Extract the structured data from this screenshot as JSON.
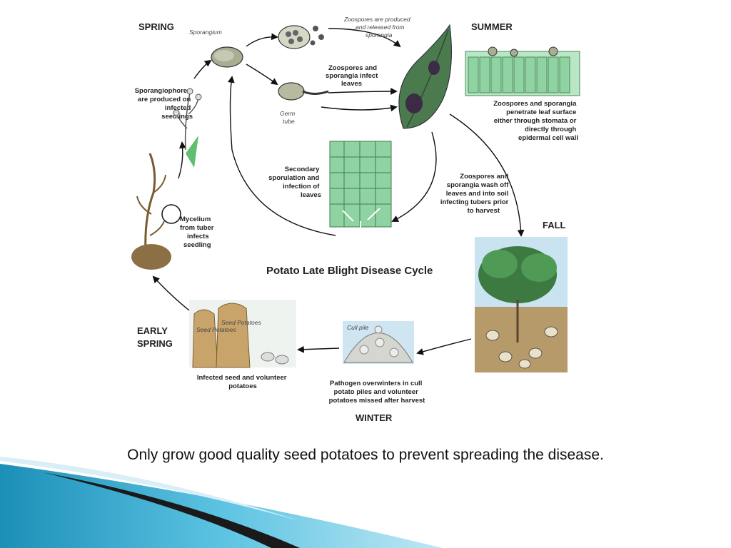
{
  "diagram": {
    "title": "Potato Late Blight Disease Cycle",
    "seasons": {
      "spring": "SPRING",
      "summer": "SUMMER",
      "fall": "FALL",
      "winter": "WINTER",
      "early_spring": [
        "EARLY",
        "SPRING"
      ]
    },
    "labels": {
      "sporangium": "Sporangium",
      "zoospores_released": [
        "Zoospores are produced",
        "and released from",
        "sporangia"
      ],
      "zoospores_infect": [
        "Zoospores and",
        "sporangia infect",
        "leaves"
      ],
      "germ_tube": [
        "Germ",
        "tube"
      ],
      "sporangiophores": [
        "Sporangiophores",
        "are produced on",
        "infected",
        "seedlings"
      ],
      "penetrate": [
        "Zoospores and sporangia",
        "penetrate leaf surface",
        "either through stomata or",
        "directly through",
        "epidermal cell wall"
      ],
      "secondary": [
        "Secondary",
        "sporulation and",
        "infection of",
        "leaves"
      ],
      "wash_off": [
        "Zoospores and",
        "sporangia wash off",
        "leaves and into soil",
        "infecting tubers prior",
        "to harvest"
      ],
      "mycelium": [
        "Mycelium",
        "from tuber",
        "infects",
        "seedling"
      ],
      "cull_pile": "Cull pile",
      "overwinter": [
        "Pathogen overwinters in cull",
        "potato piles and volunteer",
        "potatoes missed after harvest"
      ],
      "infected_seed": [
        "Infected seed and volunteer",
        "potatoes"
      ],
      "sack_label_1": "Seed Potatoes",
      "sack_label_2": "Seed Potatoes"
    }
  },
  "caption": "Only grow good quality seed potatoes to prevent spreading the disease.",
  "colors": {
    "swoosh_blue": "#2aa6cf",
    "swoosh_dark": "#1a1a1a",
    "leaf_green": "#4c7a4f",
    "cell_green": "#8fd3a2",
    "soil": "#b79a6a"
  }
}
